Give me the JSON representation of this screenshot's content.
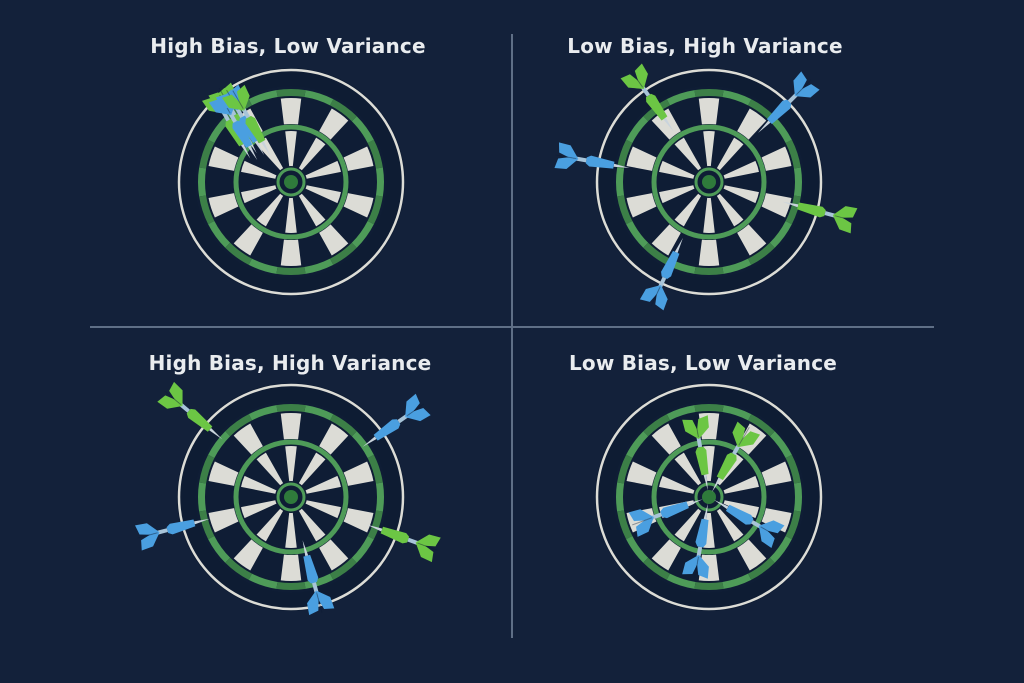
{
  "colors": {
    "background": "#13213a",
    "divider": "#5f6f86",
    "board_outer": "#0e1c33",
    "board_dark": "#0f1d35",
    "board_light": "#dcdcd6",
    "ring_green": "#4e9b58",
    "bull_green": "#2f7a3b",
    "dart_green": "#6cc644",
    "dart_blue": "#4a9fe0",
    "dart_shaft": "#a8c4d8",
    "dart_tip": "#c9d3dc"
  },
  "panels": [
    {
      "id": "high-bias-low-variance",
      "title": "High Bias, Low Variance",
      "darts": [
        {
          "color": "green",
          "tip_angle": 150,
          "tip_dist": 0.42
        },
        {
          "color": "green",
          "tip_angle": 140,
          "tip_dist": 0.4
        },
        {
          "color": "blue",
          "tip_angle": 147,
          "tip_dist": 0.36
        },
        {
          "color": "blue",
          "tip_angle": 135,
          "tip_dist": 0.34
        },
        {
          "color": "green",
          "tip_angle": 128,
          "tip_dist": 0.3
        }
      ]
    },
    {
      "id": "low-bias-high-variance",
      "title": "Low Bias, High Variance",
      "darts": [
        {
          "color": "green",
          "tip_angle": 125,
          "tip_dist": 0.55
        },
        {
          "color": "blue",
          "tip_angle": 45,
          "tip_dist": 0.62
        },
        {
          "color": "blue",
          "tip_angle": 170,
          "tip_dist": 0.72
        },
        {
          "color": "green",
          "tip_angle": -15,
          "tip_dist": 0.68
        },
        {
          "color": "blue",
          "tip_angle": -115,
          "tip_dist": 0.55
        }
      ]
    },
    {
      "id": "high-bias-high-variance",
      "title": "High Bias, High Variance",
      "darts": [
        {
          "color": "green",
          "tip_angle": 140,
          "tip_dist": 0.8
        },
        {
          "color": "blue",
          "tip_angle": 35,
          "tip_dist": 0.78
        },
        {
          "color": "blue",
          "tip_angle": 195,
          "tip_dist": 0.75
        },
        {
          "color": "green",
          "tip_angle": -20,
          "tip_dist": 0.72
        },
        {
          "color": "blue",
          "tip_angle": -75,
          "tip_dist": 0.4
        }
      ]
    },
    {
      "id": "low-bias-low-variance",
      "title": "Low Bias, Low Variance",
      "darts": [
        {
          "color": "green",
          "tip_angle": 100,
          "tip_dist": 0.06
        },
        {
          "color": "green",
          "tip_angle": 60,
          "tip_dist": 0.05
        },
        {
          "color": "blue",
          "tip_angle": 200,
          "tip_dist": 0.06
        },
        {
          "color": "blue",
          "tip_angle": -30,
          "tip_dist": 0.05
        },
        {
          "color": "blue",
          "tip_angle": -100,
          "tip_dist": 0.06
        }
      ]
    }
  ]
}
